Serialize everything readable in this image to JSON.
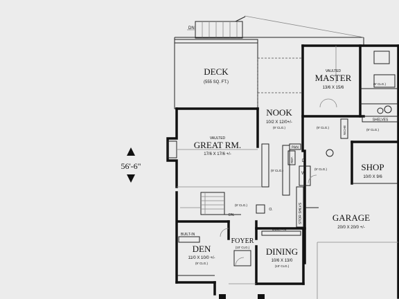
{
  "overall_depth": "56'-6\"",
  "stairs_down_top": "DN",
  "stairs_down_main": "DN.",
  "rooms": {
    "deck": {
      "name": "DECK",
      "area": "(555 SQ. FT.)"
    },
    "master": {
      "prefix": "VAULTED",
      "name": "MASTER",
      "dims": "13/6 X 15/6",
      "ceiling": "(9' CLG.)"
    },
    "nook": {
      "name": "NOOK",
      "dims": "10/2 X 12/0+/-",
      "ceiling": "(9' CLG.)"
    },
    "great_room": {
      "prefix": "VAULTED",
      "name": "GREAT RM.",
      "dims": "17/6 X 17/6 +/-"
    },
    "shop": {
      "name": "SHOP",
      "dims": "10/0 X 9/6"
    },
    "garage": {
      "name": "GARAGE",
      "dims": "20/0 X 20/0 +/-"
    },
    "den": {
      "name": "DEN",
      "dims": "11/0 X 10/0 +/-",
      "ceiling": "(9' CLG.)"
    },
    "foyer": {
      "name": "FOYER",
      "ceiling": "(10' CLG.)"
    },
    "dining": {
      "name": "DINING",
      "dims": "10/6 X 13/0",
      "ceiling": "(10' CLG.)"
    }
  },
  "labels": {
    "shelves": "SHELVES",
    "niche": "NICHE",
    "pan": "PAN",
    "ref": "REF.",
    "washer": "W",
    "dryer": "D",
    "stor_shlvs": "STOR SHLVS",
    "built_in_den": "BUILT-IN",
    "built_in_dining": "BUILT-IN",
    "closet": "O.",
    "ceiling_9": "(9' CLG.)"
  }
}
